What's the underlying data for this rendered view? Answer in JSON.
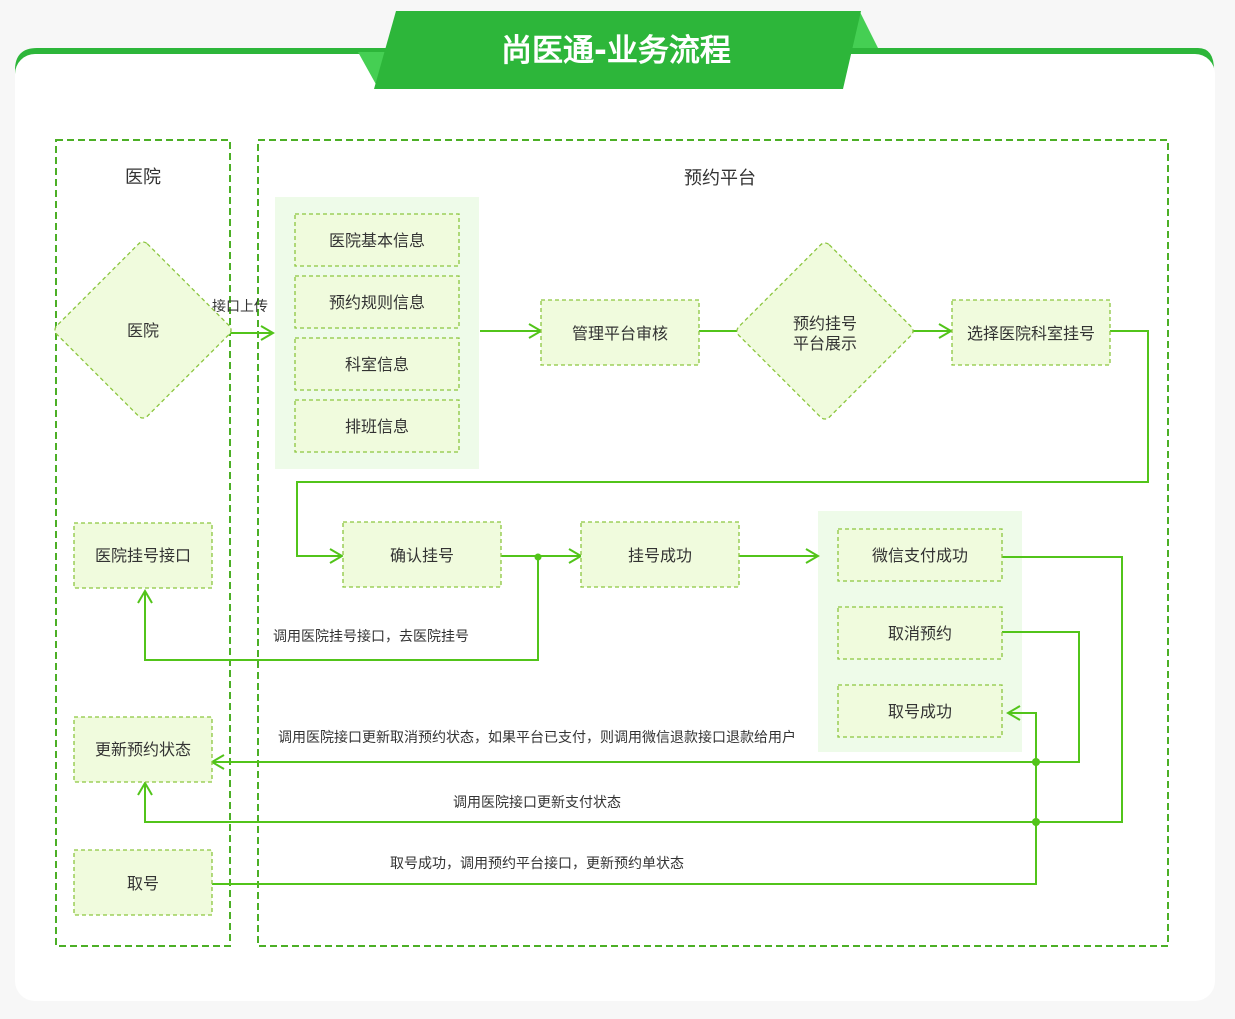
{
  "page": {
    "title": "尚医通-业务流程"
  },
  "lanes": {
    "hospital": "医院",
    "platform": "预约平台"
  },
  "nodes": {
    "hospital_diamond": "医院",
    "info_basic": "医院基本信息",
    "info_rules": "预约规则信息",
    "info_department": "科室信息",
    "info_schedule": "排班信息",
    "admin_review": "管理平台审核",
    "display_line1": "预约挂号",
    "display_line2": "平台展示",
    "select_department": "选择医院科室挂号",
    "confirm_registration": "确认挂号",
    "registration_success": "挂号成功",
    "wechat_pay_success": "微信支付成功",
    "cancel_appointment": "取消预约",
    "ticket_success": "取号成功",
    "hospital_register_api": "医院挂号接口",
    "update_status": "更新预约状态",
    "take_ticket": "取号"
  },
  "edge_labels": {
    "api_upload": "接口上传",
    "call_register_api": "调用医院挂号接口，去医院挂号",
    "cancel_refund": "调用医院接口更新取消预约状态，如果平台已支付，则调用微信退款接口退款给用户",
    "update_payment": "调用医院接口更新支付状态",
    "ticket_update": "取号成功，调用预约平台接口，更新预约单状态"
  },
  "colors": {
    "brand_green": "#2db63a",
    "banner_light": "#4cd15a",
    "flow_line": "#52c41a",
    "dash_border": "#4caf26",
    "node_fill": "#f0fbdd",
    "node_border": "#8cc63f",
    "group_fill": "#eefbe9"
  }
}
